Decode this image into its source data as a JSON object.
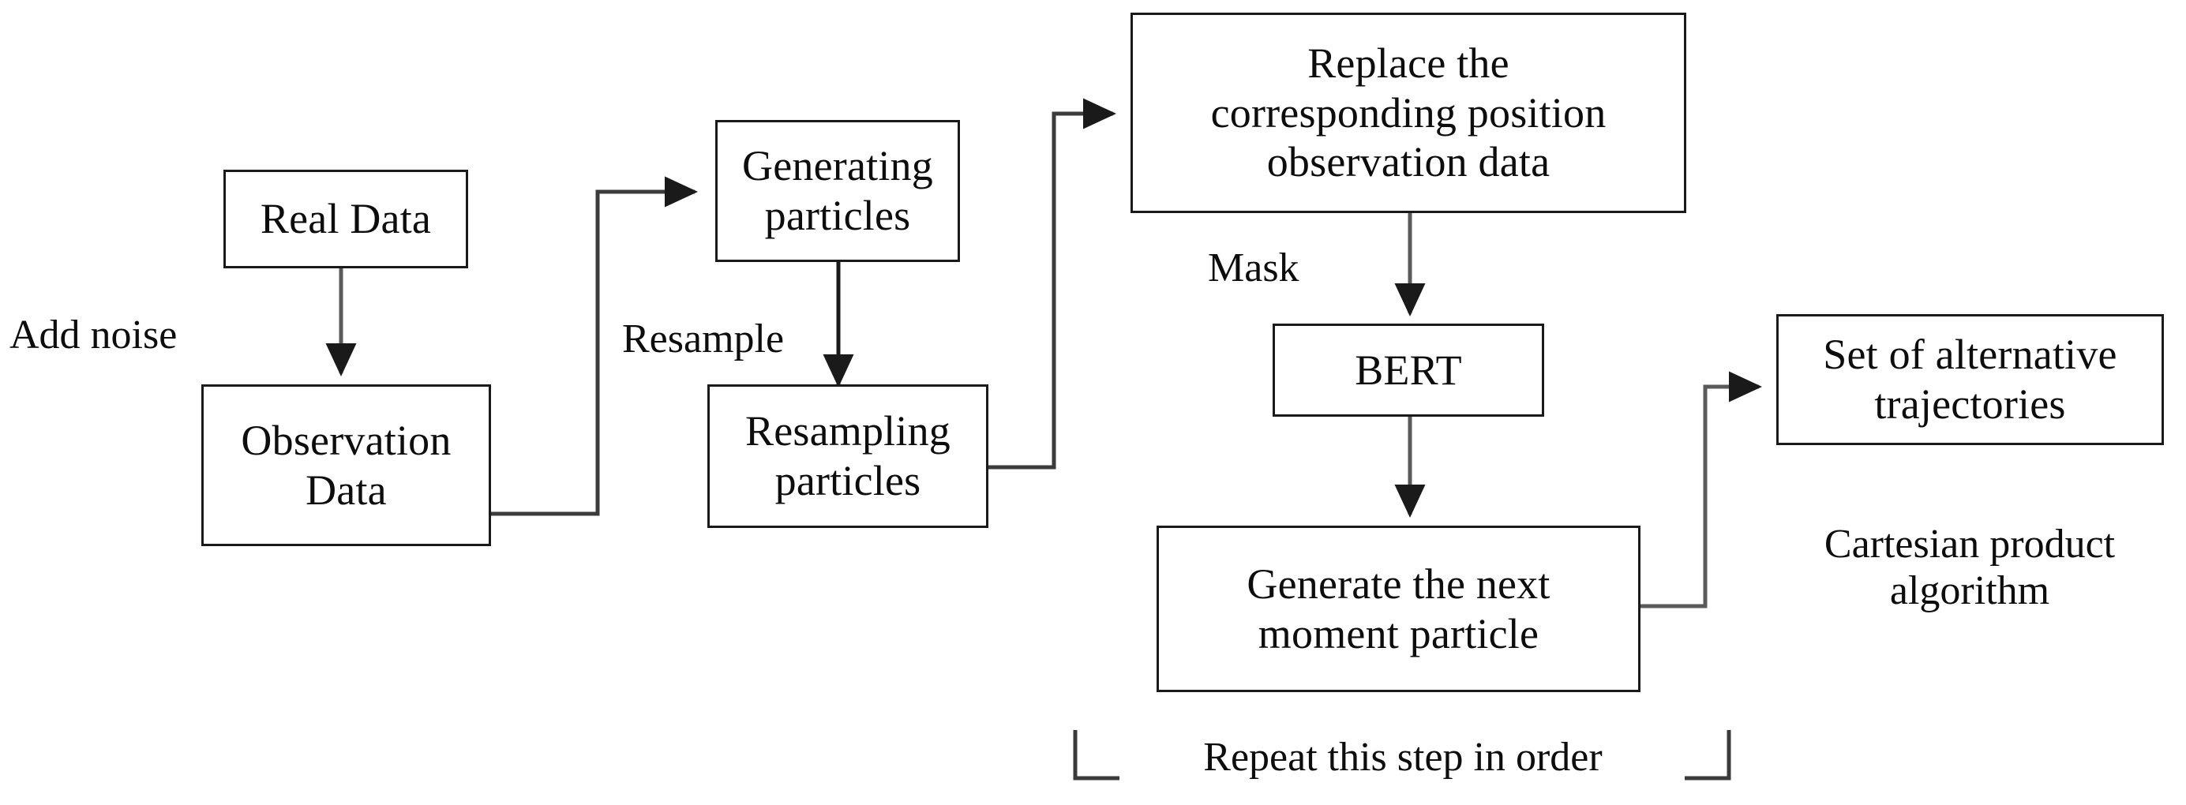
{
  "diagram": {
    "title": "Particle filter with BERT trajectory generation flowchart",
    "background_color": "#ffffff",
    "line_color": "#3b3b3b",
    "box_border_color": "#1a1a1a",
    "text_color": "#0d0d0d"
  },
  "nodes": {
    "real_data": {
      "label": "Real  Data"
    },
    "observation_data": {
      "label": "Observation\nData"
    },
    "generating_particles": {
      "label": "Generating\nparticles"
    },
    "resampling_particles": {
      "label": "Resampling\nparticles"
    },
    "replace_observation": {
      "label": "Replace the\ncorresponding position\nobservation data"
    },
    "bert": {
      "label": "BERT"
    },
    "generate_next_particle": {
      "label": "Generate the next\nmoment particle"
    },
    "alternative_trajectories": {
      "label": "Set of alternative\ntrajectories"
    }
  },
  "edge_labels": {
    "add_noise": "Add noise",
    "resample": "Resample",
    "mask": "Mask",
    "cartesian_product": "Cartesian product\nalgorithm",
    "repeat_step": "Repeat this step in order"
  }
}
